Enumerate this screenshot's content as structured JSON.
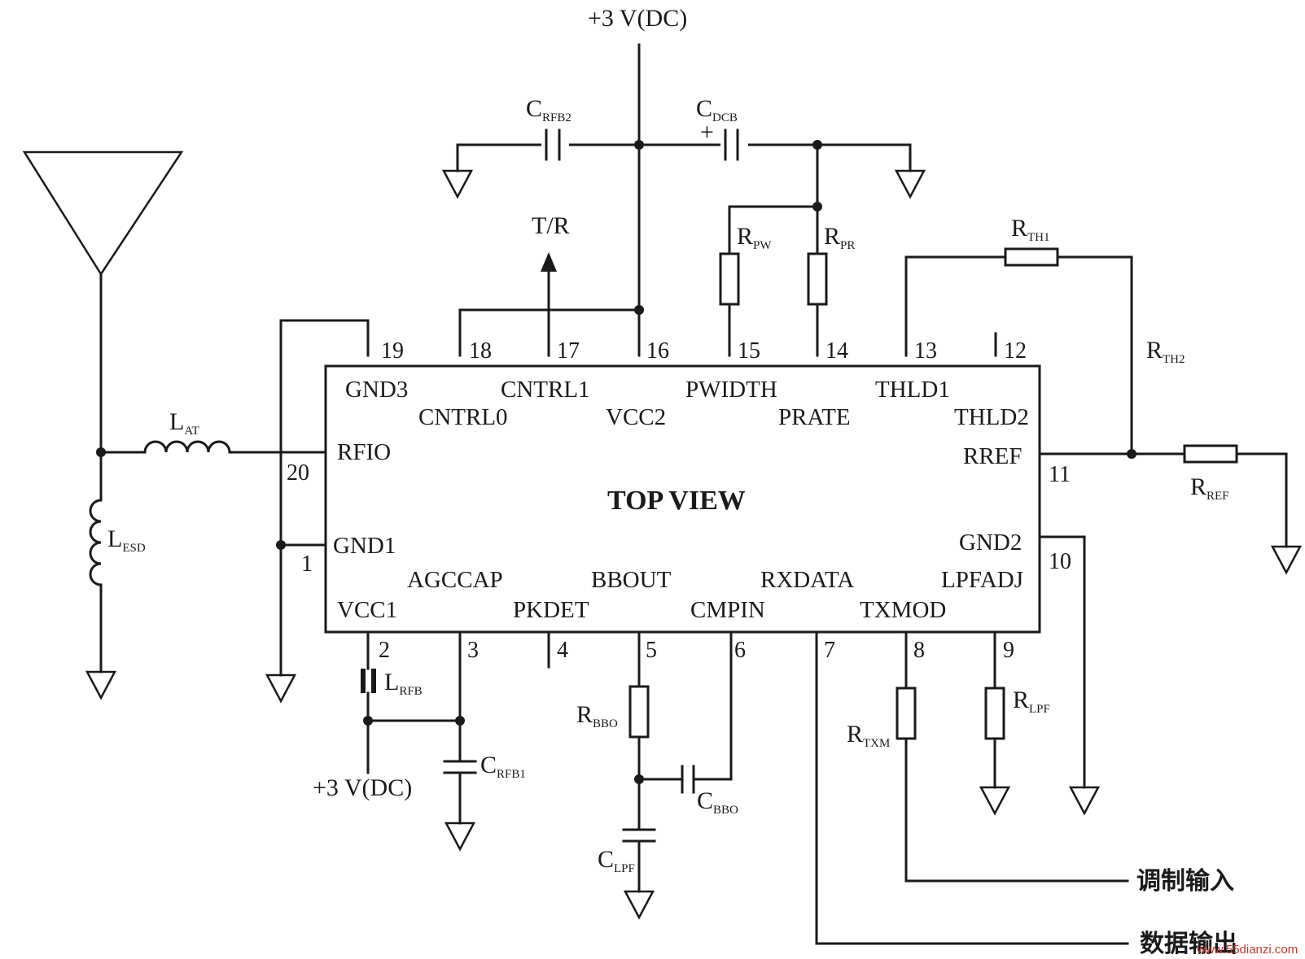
{
  "supply_top": "+3 V(DC)",
  "supply_bottom": "+3 V(DC)",
  "chip": {
    "title": "TOP VIEW",
    "pins": [
      {
        "num": "1",
        "name": "GND1"
      },
      {
        "num": "2",
        "name": "VCC1"
      },
      {
        "num": "3",
        "name": "AGCCAP"
      },
      {
        "num": "4",
        "name": "PKDET"
      },
      {
        "num": "5",
        "name": "BBOUT"
      },
      {
        "num": "6",
        "name": "CMPIN"
      },
      {
        "num": "7",
        "name": "RXDATA"
      },
      {
        "num": "8",
        "name": "TXMOD"
      },
      {
        "num": "9",
        "name": "LPFADJ"
      },
      {
        "num": "10",
        "name": "GND2"
      },
      {
        "num": "11",
        "name": "RREF"
      },
      {
        "num": "12",
        "name": "THLD2"
      },
      {
        "num": "13",
        "name": "THLD1"
      },
      {
        "num": "14",
        "name": "PRATE"
      },
      {
        "num": "15",
        "name": "PWIDTH"
      },
      {
        "num": "16",
        "name": "VCC2"
      },
      {
        "num": "17",
        "name": "CNTRL1"
      },
      {
        "num": "18",
        "name": "CNTRL0"
      },
      {
        "num": "19",
        "name": "GND3"
      },
      {
        "num": "20",
        "name": "RFIO"
      }
    ]
  },
  "components": {
    "c_rfb2": {
      "main": "C",
      "sub": "RFB2"
    },
    "c_dcb": {
      "main": "C",
      "sub": "DCB",
      "polarity": "+"
    },
    "r_pw": {
      "main": "R",
      "sub": "PW"
    },
    "r_pr": {
      "main": "R",
      "sub": "PR"
    },
    "r_th1": {
      "main": "R",
      "sub": "TH1"
    },
    "r_th2": {
      "main": "R",
      "sub": "TH2"
    },
    "r_ref": {
      "main": "R",
      "sub": "REF"
    },
    "l_at": {
      "main": "L",
      "sub": "AT"
    },
    "l_esd": {
      "main": "L",
      "sub": "ESD"
    },
    "l_rfb": {
      "main": "L",
      "sub": "RFB"
    },
    "c_rfb1": {
      "main": "C",
      "sub": "RFB1"
    },
    "r_bbo": {
      "main": "R",
      "sub": "BBO"
    },
    "c_bbo": {
      "main": "C",
      "sub": "BBO"
    },
    "c_lpf": {
      "main": "C",
      "sub": "LPF"
    },
    "r_txm": {
      "main": "R",
      "sub": "TXM"
    },
    "r_lpf": {
      "main": "R",
      "sub": "LPF"
    }
  },
  "signals": {
    "tr": "T/R",
    "mod_input": "调制输入",
    "data_output": "数据输出"
  },
  "watermark": "www.55dianzi.com"
}
